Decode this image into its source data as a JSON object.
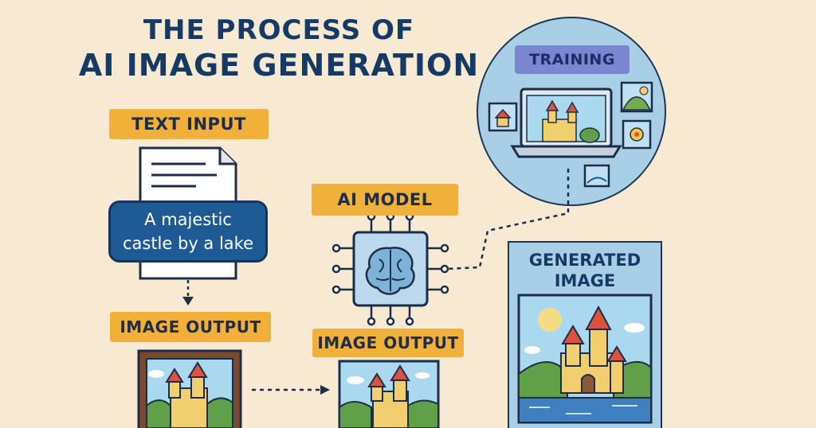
{
  "title": {
    "line1": "THE PROCESS OF",
    "line2": "AI IMAGE GENERATION"
  },
  "steps": {
    "text_input": "TEXT INPUT",
    "prompt_line1": "A majestic",
    "prompt_line2": "castle by a lake",
    "ai_model": "AI MODEL",
    "image_output_left": "IMAGE OUTPUT",
    "image_output_center": "IMAGE OUTPUT",
    "training": "TRAINING",
    "generated_line1": "GENERATED",
    "generated_line2": "IMAGE"
  },
  "colors": {
    "background": "#f8e9d3",
    "title": "#163a66",
    "tag": "#f0b03a",
    "training_circle": "#a9cfe6",
    "training_tag": "#7a86cf",
    "prompt_bubble": "#1e5b95"
  },
  "icons": [
    "document-icon",
    "chip-icon",
    "brain-icon",
    "laptop-icon",
    "castle-icon",
    "sun-icon",
    "flower-icon",
    "house-icon"
  ]
}
